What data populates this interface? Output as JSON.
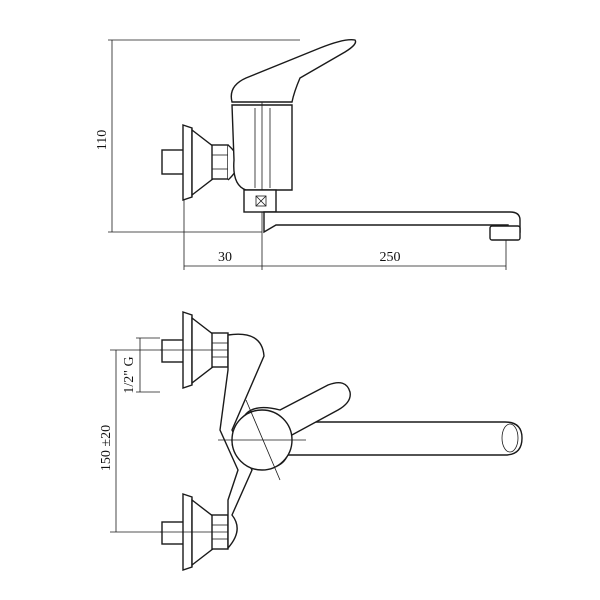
{
  "dimensions": {
    "height": "110",
    "offset": "30",
    "length": "250",
    "thread": "1/2\" G",
    "spacing": "150 ±20"
  },
  "colors": {
    "line": "#1a1a1a",
    "background": "#ffffff"
  }
}
